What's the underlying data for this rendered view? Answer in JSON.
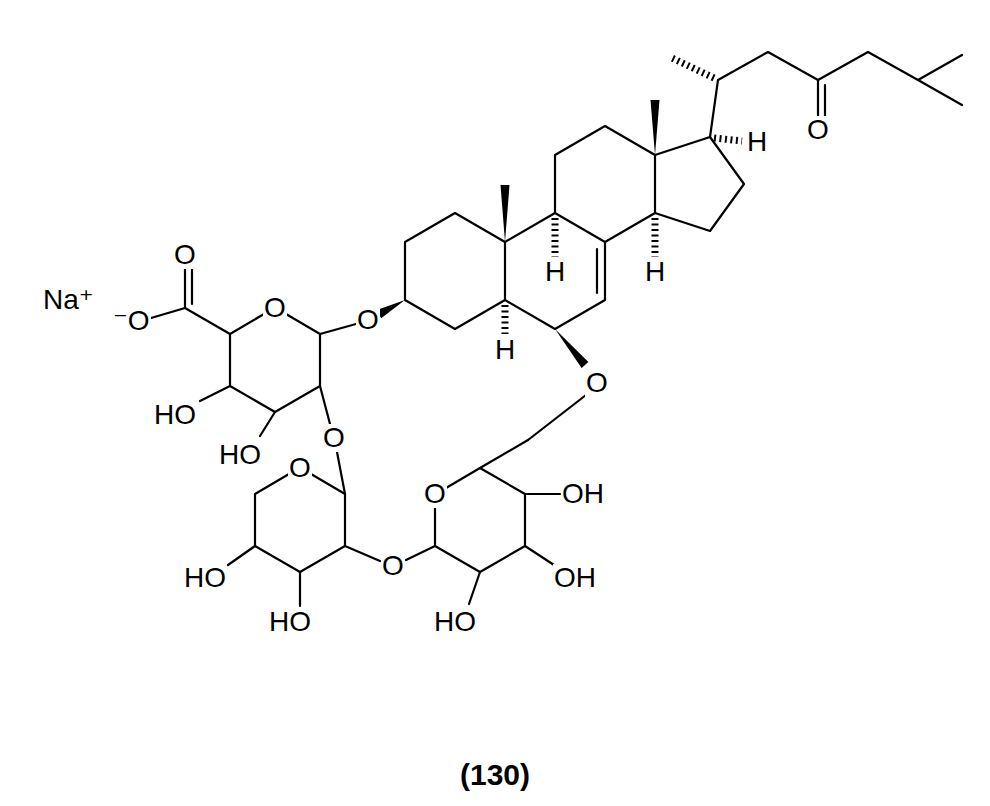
{
  "diagram": {
    "caption": "(130)",
    "labels": [
      "O",
      "H",
      "H",
      "H",
      "Na⁺",
      "⁻O",
      "O",
      "O",
      "O",
      "H",
      "O",
      "HO",
      "O",
      "HO",
      "O",
      "O",
      "OH",
      "O",
      "HO",
      "OH",
      "HO",
      "HO"
    ]
  }
}
